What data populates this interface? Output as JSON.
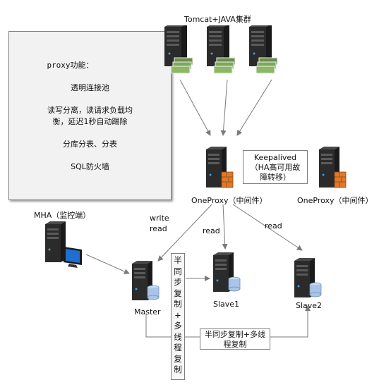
{
  "cluster_title": "Tomcat+JAVA集群",
  "proxy_note": {
    "heading": "proxy功能：",
    "items": [
      "透明连接池",
      "读写分离，读请求负载均",
      "衡，延迟1秒自动踢除",
      "分库分表、分表",
      "SQL防火墙"
    ]
  },
  "proxy_main_label": "OneProxy（中间件）",
  "proxy_backup_label": "OneProxy（中间件）",
  "keepalived": {
    "line1": "Keepalived",
    "line2": "（HA高可用故",
    "line3": "障转移）"
  },
  "mha_label": "MHA（监控端）",
  "write_label": "write",
  "read_label_master": "read",
  "read_label_slave1": "read",
  "read_label_slave2": "read",
  "master_label": "Master",
  "slave1_label": "Slave1",
  "slave2_label": "Slave2",
  "semi_sync_vertical": [
    "半",
    "同",
    "步",
    "复",
    "制",
    "+",
    "多",
    "线",
    "程",
    "复",
    "制"
  ],
  "semi_sync_horizontal": {
    "line1": "半同步复制+多线",
    "line2": "程复制"
  },
  "colors": {
    "server_dark": "#2b2b2b",
    "server_light": "#5a5a5a",
    "led_blue": "#3aa0e8",
    "db_blue": "#a9c4e6",
    "arrow": "#7a7a7a",
    "firewall": "#e07a2a"
  }
}
